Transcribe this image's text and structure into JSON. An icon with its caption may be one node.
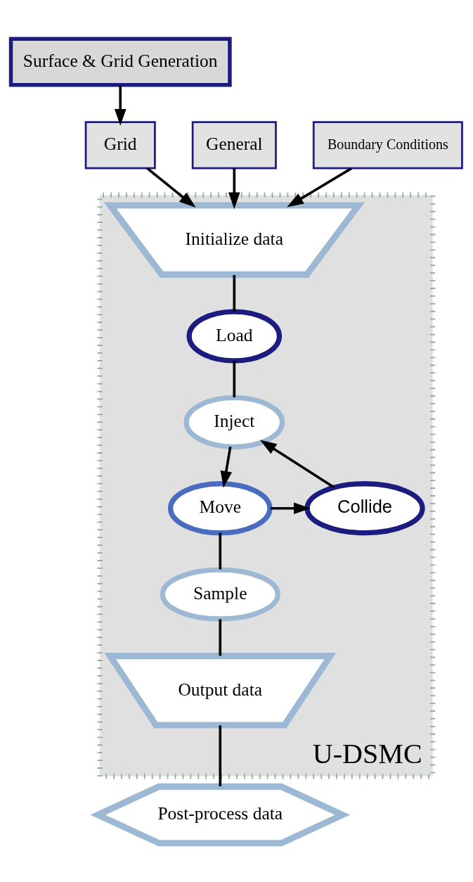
{
  "diagram": {
    "nodes": [
      {
        "text": [
          "Surface & Grid Generation"
        ]
      },
      {
        "text": [
          "General"
        ]
      },
      {
        "text": [
          "Grid"
        ]
      },
      {
        "text": [
          "Boundary Conditions"
        ]
      },
      {
        "text": [
          "U-DSMC"
        ]
      },
      {
        "text": [
          "Initialize data"
        ],
        "in": 4
      },
      {
        "text": [
          "Load"
        ],
        "in": 4
      },
      {
        "text": [
          "Inject"
        ],
        "in": 4
      },
      {
        "text": [
          "Collide"
        ],
        "in": 4
      },
      {
        "text": [
          "Move"
        ],
        "in": 4
      },
      {
        "text": [
          "Sample"
        ],
        "in": 4
      },
      {
        "text": [
          "Output data"
        ],
        "in": 4
      },
      {
        "text": [
          "Post-process data"
        ]
      }
    ],
    "edges": [
      {
        "from": 0,
        "to": 2,
        "arrow": "to"
      },
      {
        "from": 1,
        "to": 5,
        "arrow": "to"
      },
      {
        "from": 2,
        "to": 5,
        "arrow": "to"
      },
      {
        "from": 3,
        "to": 5,
        "arrow": "to"
      },
      {
        "from": 5,
        "to": 6,
        "arrow": "none"
      },
      {
        "from": 6,
        "to": 7,
        "arrow": "none"
      },
      {
        "from": 8,
        "to": 7,
        "arrow": "to"
      },
      {
        "from": 7,
        "to": 9,
        "arrow": "to"
      },
      {
        "from": 9,
        "to": 8,
        "arrow": "to"
      },
      {
        "from": 9,
        "to": 10,
        "arrow": "none"
      },
      {
        "from": 10,
        "to": 11,
        "arrow": "none"
      },
      {
        "from": 11,
        "to": 12,
        "arrow": "none"
      }
    ]
  }
}
